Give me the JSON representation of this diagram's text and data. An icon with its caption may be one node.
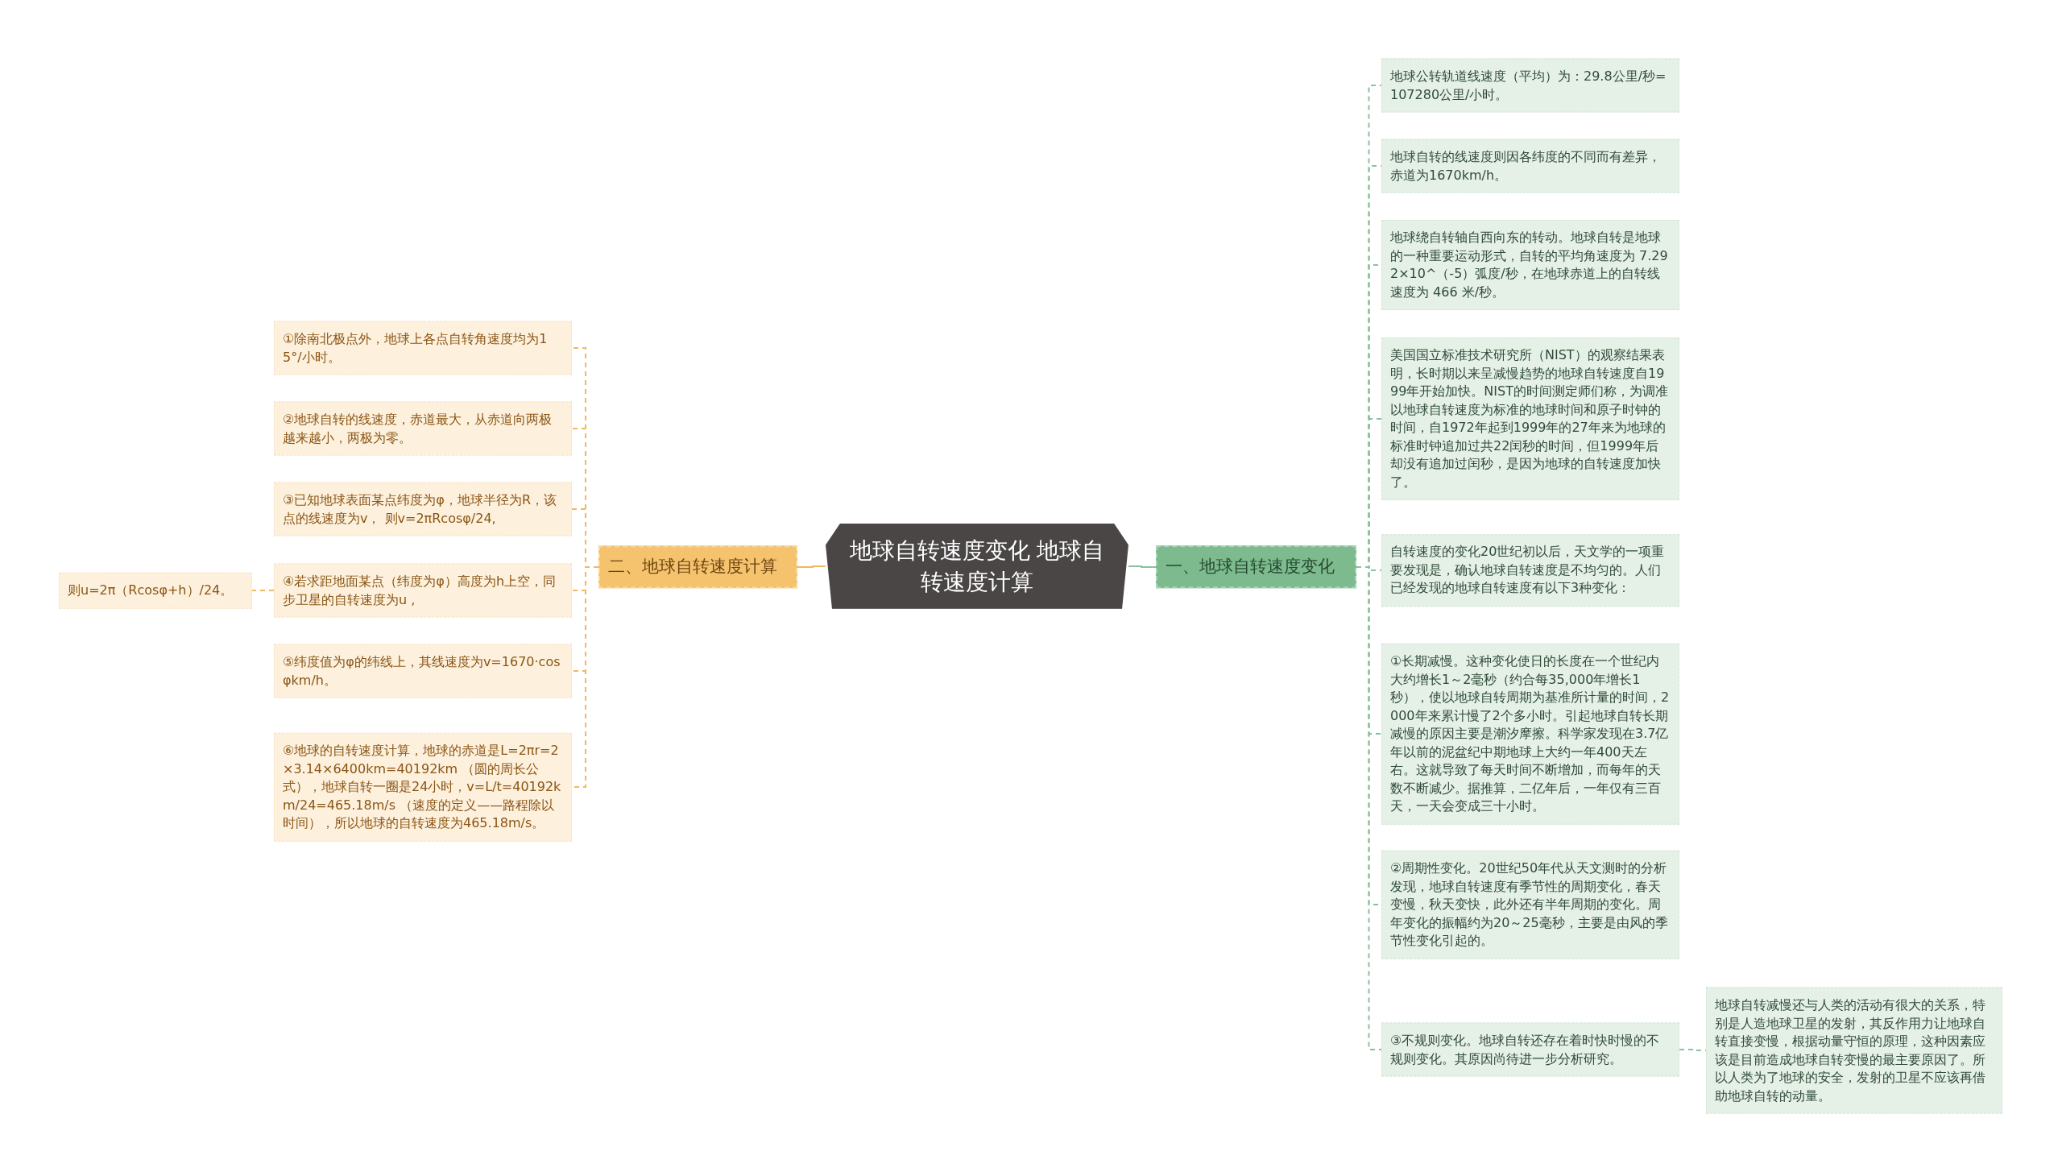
{
  "diagram": {
    "nodes": [
      {
        "text": [
          "地球自转速度变化 地球自转速度计算"
        ]
      },
      {
        "text": [
          "二、地球自转速度计算"
        ]
      },
      {
        "text": [
          "①除南北极点外，地球上各点自转角速度均为15°/小时。"
        ]
      },
      {
        "text": [
          "②地球自转的线速度，赤道最大，从赤道向两极越来越小，两极为零。"
        ]
      },
      {
        "text": [
          "③已知地球表面某点纬度为φ，地球半径为R，该点的线速度为v， 则v=2πRcosφ/24,"
        ]
      },
      {
        "text": [
          "④若求距地面某点（纬度为φ）高度为h上空，同步卫星的自转速度为u ,"
        ]
      },
      {
        "text": [
          "⑤纬度值为φ的纬线上，其线速度为v=1670·cosφkm/h。"
        ]
      },
      {
        "text": [
          "⑥地球的自转速度计算，地球的赤道是L=2πr=2×3.14×6400km=40192km （圆的周长公式），地球自转一圈是24小时，v=L/t=40192km/24=465.18m/s （速度的定义——路程除以时间），所以地球的自转速度为465.18m/s。"
        ]
      },
      {
        "text": [
          "则u=2π（Rcosφ+h）/24。"
        ]
      },
      {
        "text": [
          "一、地球自转速度变化"
        ]
      },
      {
        "text": [
          "地球公转轨道线速度（平均）为：29.8公里/秒=107280公里/小时。"
        ]
      },
      {
        "text": [
          "地球自转的线速度则因各纬度的不同而有差异，赤道为1670km/h。"
        ]
      },
      {
        "text": [
          "地球绕自转轴自西向东的转动。地球自转是地球的一种重要运动形式，自转的平均角速度为 7.292×10^（-5）弧度/秒，在地球赤道上的自转线速度为 466 米/秒。"
        ]
      },
      {
        "text": [
          "美国国立标准技术研究所（NIST）的观察结果表明，长时期以来呈减慢趋势的地球自转速度自1999年开始加快。NIST的时间测定师们称，为调准以地球自转速度为标准的地球时间和原子时钟的时间，自1972年起到1999年的27年来为地球的标准时钟追加过共22闰秒的时间，但1999年后却没有追加过闰秒，是因为地球的自转速度加快了。"
        ]
      },
      {
        "text": [
          "自转速度的变化20世纪初以后，天文学的一项重要发现是，确认地球自转速度是不均匀的。人们已经发现的地球自转速度有以下3种变化："
        ]
      },
      {
        "text": [
          "①长期减慢。这种变化使日的长度在一个世纪内大约增长1～2毫秒（约合每35,000年增长1秒），使以地球自转周期为基准所计量的时间，2000年来累计慢了2个多小时。引起地球自转长期减慢的原因主要是潮汐摩擦。科学家发现在3.7亿年以前的泥盆纪中期地球上大约一年400天左右。这就导致了每天时间不断增加，而每年的天数不断减少。据推算，二亿年后，一年仅有三百天，一天会变成三十小时。"
        ]
      },
      {
        "text": [
          "②周期性变化。20世纪50年代从天文测时的分析发现，地球自转速度有季节性的周期变化，春天变慢，秋天变快，此外还有半年周期的变化。周年变化的振幅约为20～25毫秒，主要是由风的季节性变化引起的。"
        ]
      },
      {
        "text": [
          "③不规则变化。地球自转还存在着时快时慢的不规则变化。其原因尚待进一步分析研究。"
        ]
      },
      {
        "text": [
          "地球自转减慢还与人类的活动有很大的关系，特别是人造地球卫星的发射，其反作用力让地球自转直接变慢，根据动量守恒的原理，这种因素应该是目前造成地球自转变慢的最主要原因了。所以人类为了地球的安全，发射的卫星不应该再借助地球自转的动量。"
        ]
      }
    ],
    "edges": [
      {
        "from": 0,
        "to": 1,
        "arrow": "none",
        "color": "#f0b860"
      },
      {
        "from": 1,
        "to": 2,
        "arrow": "none",
        "style": "dashed",
        "color": "#f0b860"
      },
      {
        "from": 1,
        "to": 3,
        "arrow": "none",
        "style": "dashed",
        "color": "#f0b860"
      },
      {
        "from": 1,
        "to": 4,
        "arrow": "none",
        "style": "dashed",
        "color": "#f0b860"
      },
      {
        "from": 1,
        "to": 5,
        "arrow": "none",
        "style": "dashed",
        "color": "#f0b860"
      },
      {
        "from": 1,
        "to": 6,
        "arrow": "none",
        "style": "dashed",
        "color": "#f0b860"
      },
      {
        "from": 1,
        "to": 7,
        "arrow": "none",
        "style": "dashed",
        "color": "#f0b860"
      },
      {
        "from": 5,
        "to": 8,
        "arrow": "none",
        "style": "dashed",
        "color": "#f0b860"
      },
      {
        "from": 0,
        "to": 9,
        "arrow": "none"
      },
      {
        "from": 9,
        "to": 10,
        "arrow": "none",
        "style": "dashed"
      },
      {
        "from": 9,
        "to": 11,
        "arrow": "none",
        "style": "dashed"
      },
      {
        "from": 9,
        "to": 12,
        "arrow": "none",
        "style": "dashed"
      },
      {
        "from": 9,
        "to": 13,
        "arrow": "none",
        "style": "dashed"
      },
      {
        "from": 9,
        "to": 14,
        "arrow": "none",
        "style": "dashed"
      },
      {
        "from": 9,
        "to": 15,
        "arrow": "none",
        "style": "dashed"
      },
      {
        "from": 9,
        "to": 16,
        "arrow": "none",
        "style": "dashed"
      },
      {
        "from": 9,
        "to": 17,
        "arrow": "none",
        "style": "dashed"
      },
      {
        "from": 17,
        "to": 18,
        "arrow": "none",
        "style": "dashed"
      }
    ]
  }
}
